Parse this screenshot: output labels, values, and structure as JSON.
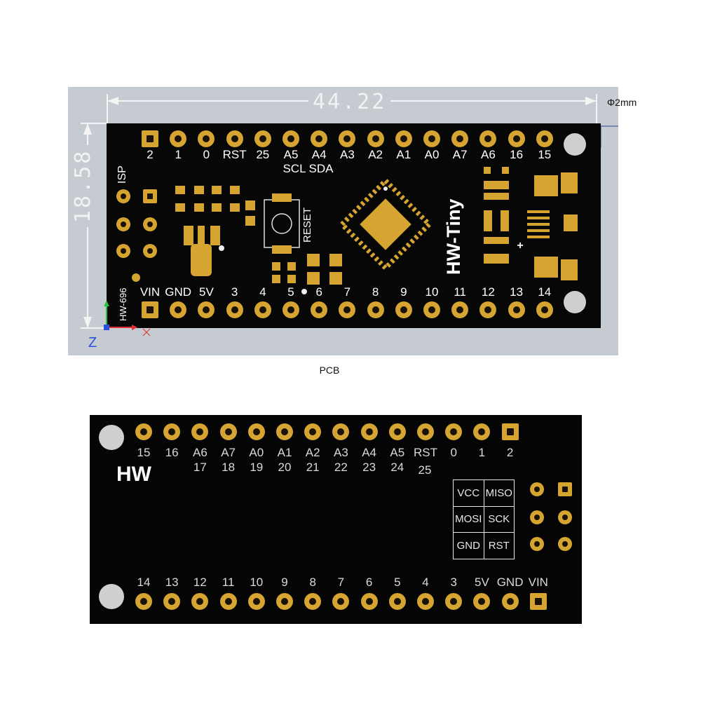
{
  "front": {
    "width_dim": "44.22",
    "height_dim": "18.58",
    "hole_label": "Φ2mm",
    "top_pins": [
      "2",
      "1",
      "0",
      "RST",
      "25",
      "A5",
      "A4",
      "A3",
      "A2",
      "A1",
      "A0",
      "A7",
      "A6",
      "16",
      "15"
    ],
    "sub_labels": [
      "SCL",
      "SDA"
    ],
    "bottom_pins": [
      "VIN",
      "GND",
      "5V",
      "3",
      "4",
      "5",
      "6",
      "7",
      "8",
      "9",
      "10",
      "11",
      "12",
      "13",
      "14"
    ],
    "isp_label": "ISP",
    "model_label": "HW-696",
    "reset_label": "RESET",
    "brand_label": "HW-Tiny",
    "plus_sign": "+",
    "axis_z": "Z"
  },
  "caption": "PCB",
  "back": {
    "top_pins": [
      "15",
      "16",
      "A6",
      "A7",
      "A0",
      "A1",
      "A2",
      "A3",
      "A4",
      "A5",
      "RST",
      "0",
      "1",
      "2"
    ],
    "top_numbers": [
      "17",
      "18",
      "19",
      "20",
      "21",
      "22",
      "23",
      "24",
      "25"
    ],
    "brand": "HW",
    "bottom_pins": [
      "14",
      "13",
      "12",
      "11",
      "10",
      "9",
      "8",
      "7",
      "6",
      "5",
      "4",
      "3",
      "5V",
      "GND",
      "VIN"
    ],
    "isp": [
      [
        "VCC",
        "MISO"
      ],
      [
        "MOSI",
        "SCK"
      ],
      [
        "GND",
        "RST"
      ]
    ]
  },
  "colors": {
    "pcb": "#070707",
    "gold": "#d6a430",
    "frame": "#c5cbd0"
  }
}
